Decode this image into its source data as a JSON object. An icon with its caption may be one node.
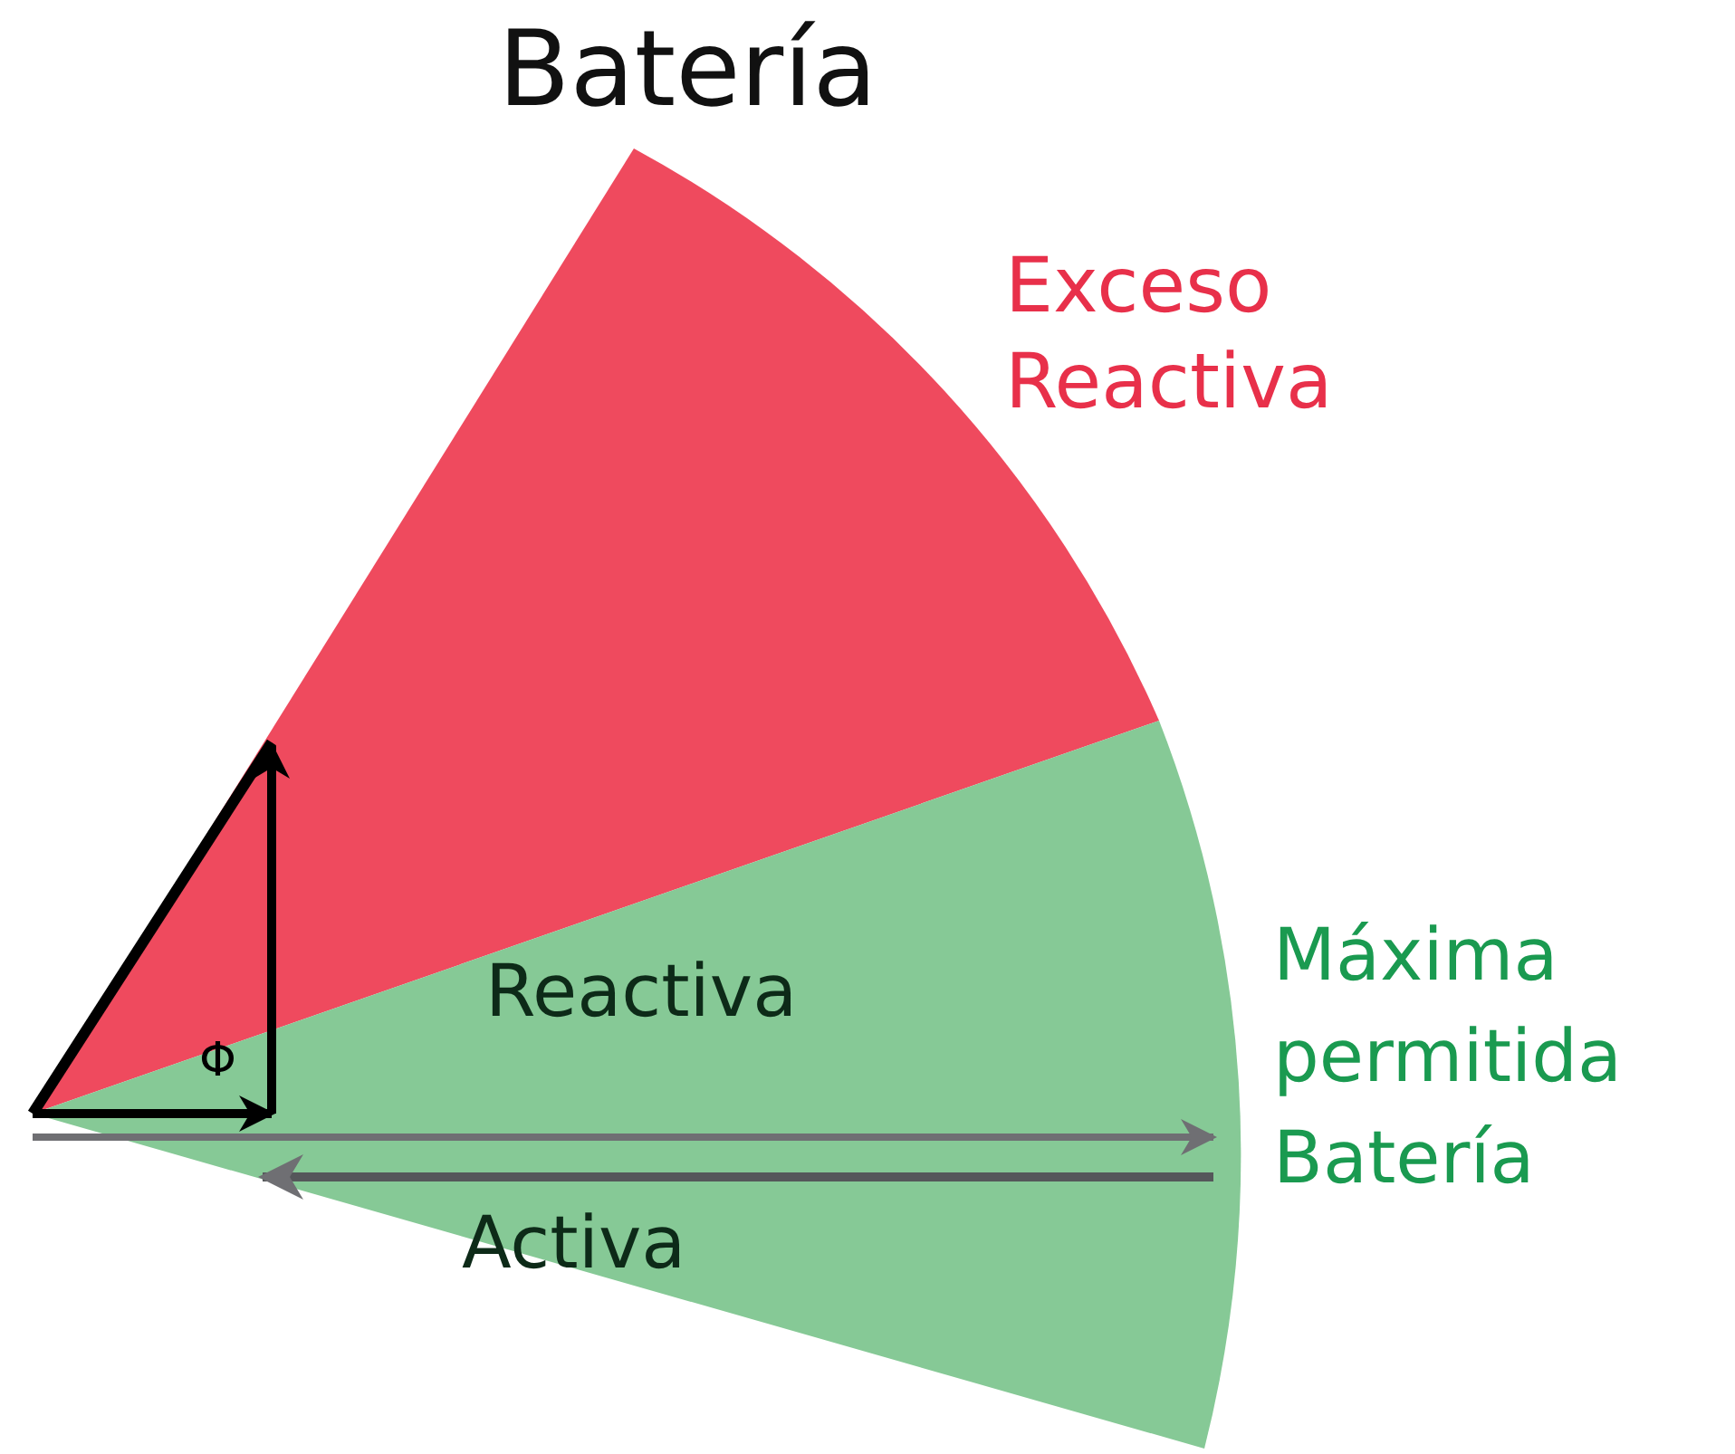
{
  "diagram": {
    "title": "Batería",
    "labels": [
      "Exceso Reactiva",
      "Reactiva",
      "Φ",
      "Máxima permitida Batería",
      "Activa"
    ]
  }
}
